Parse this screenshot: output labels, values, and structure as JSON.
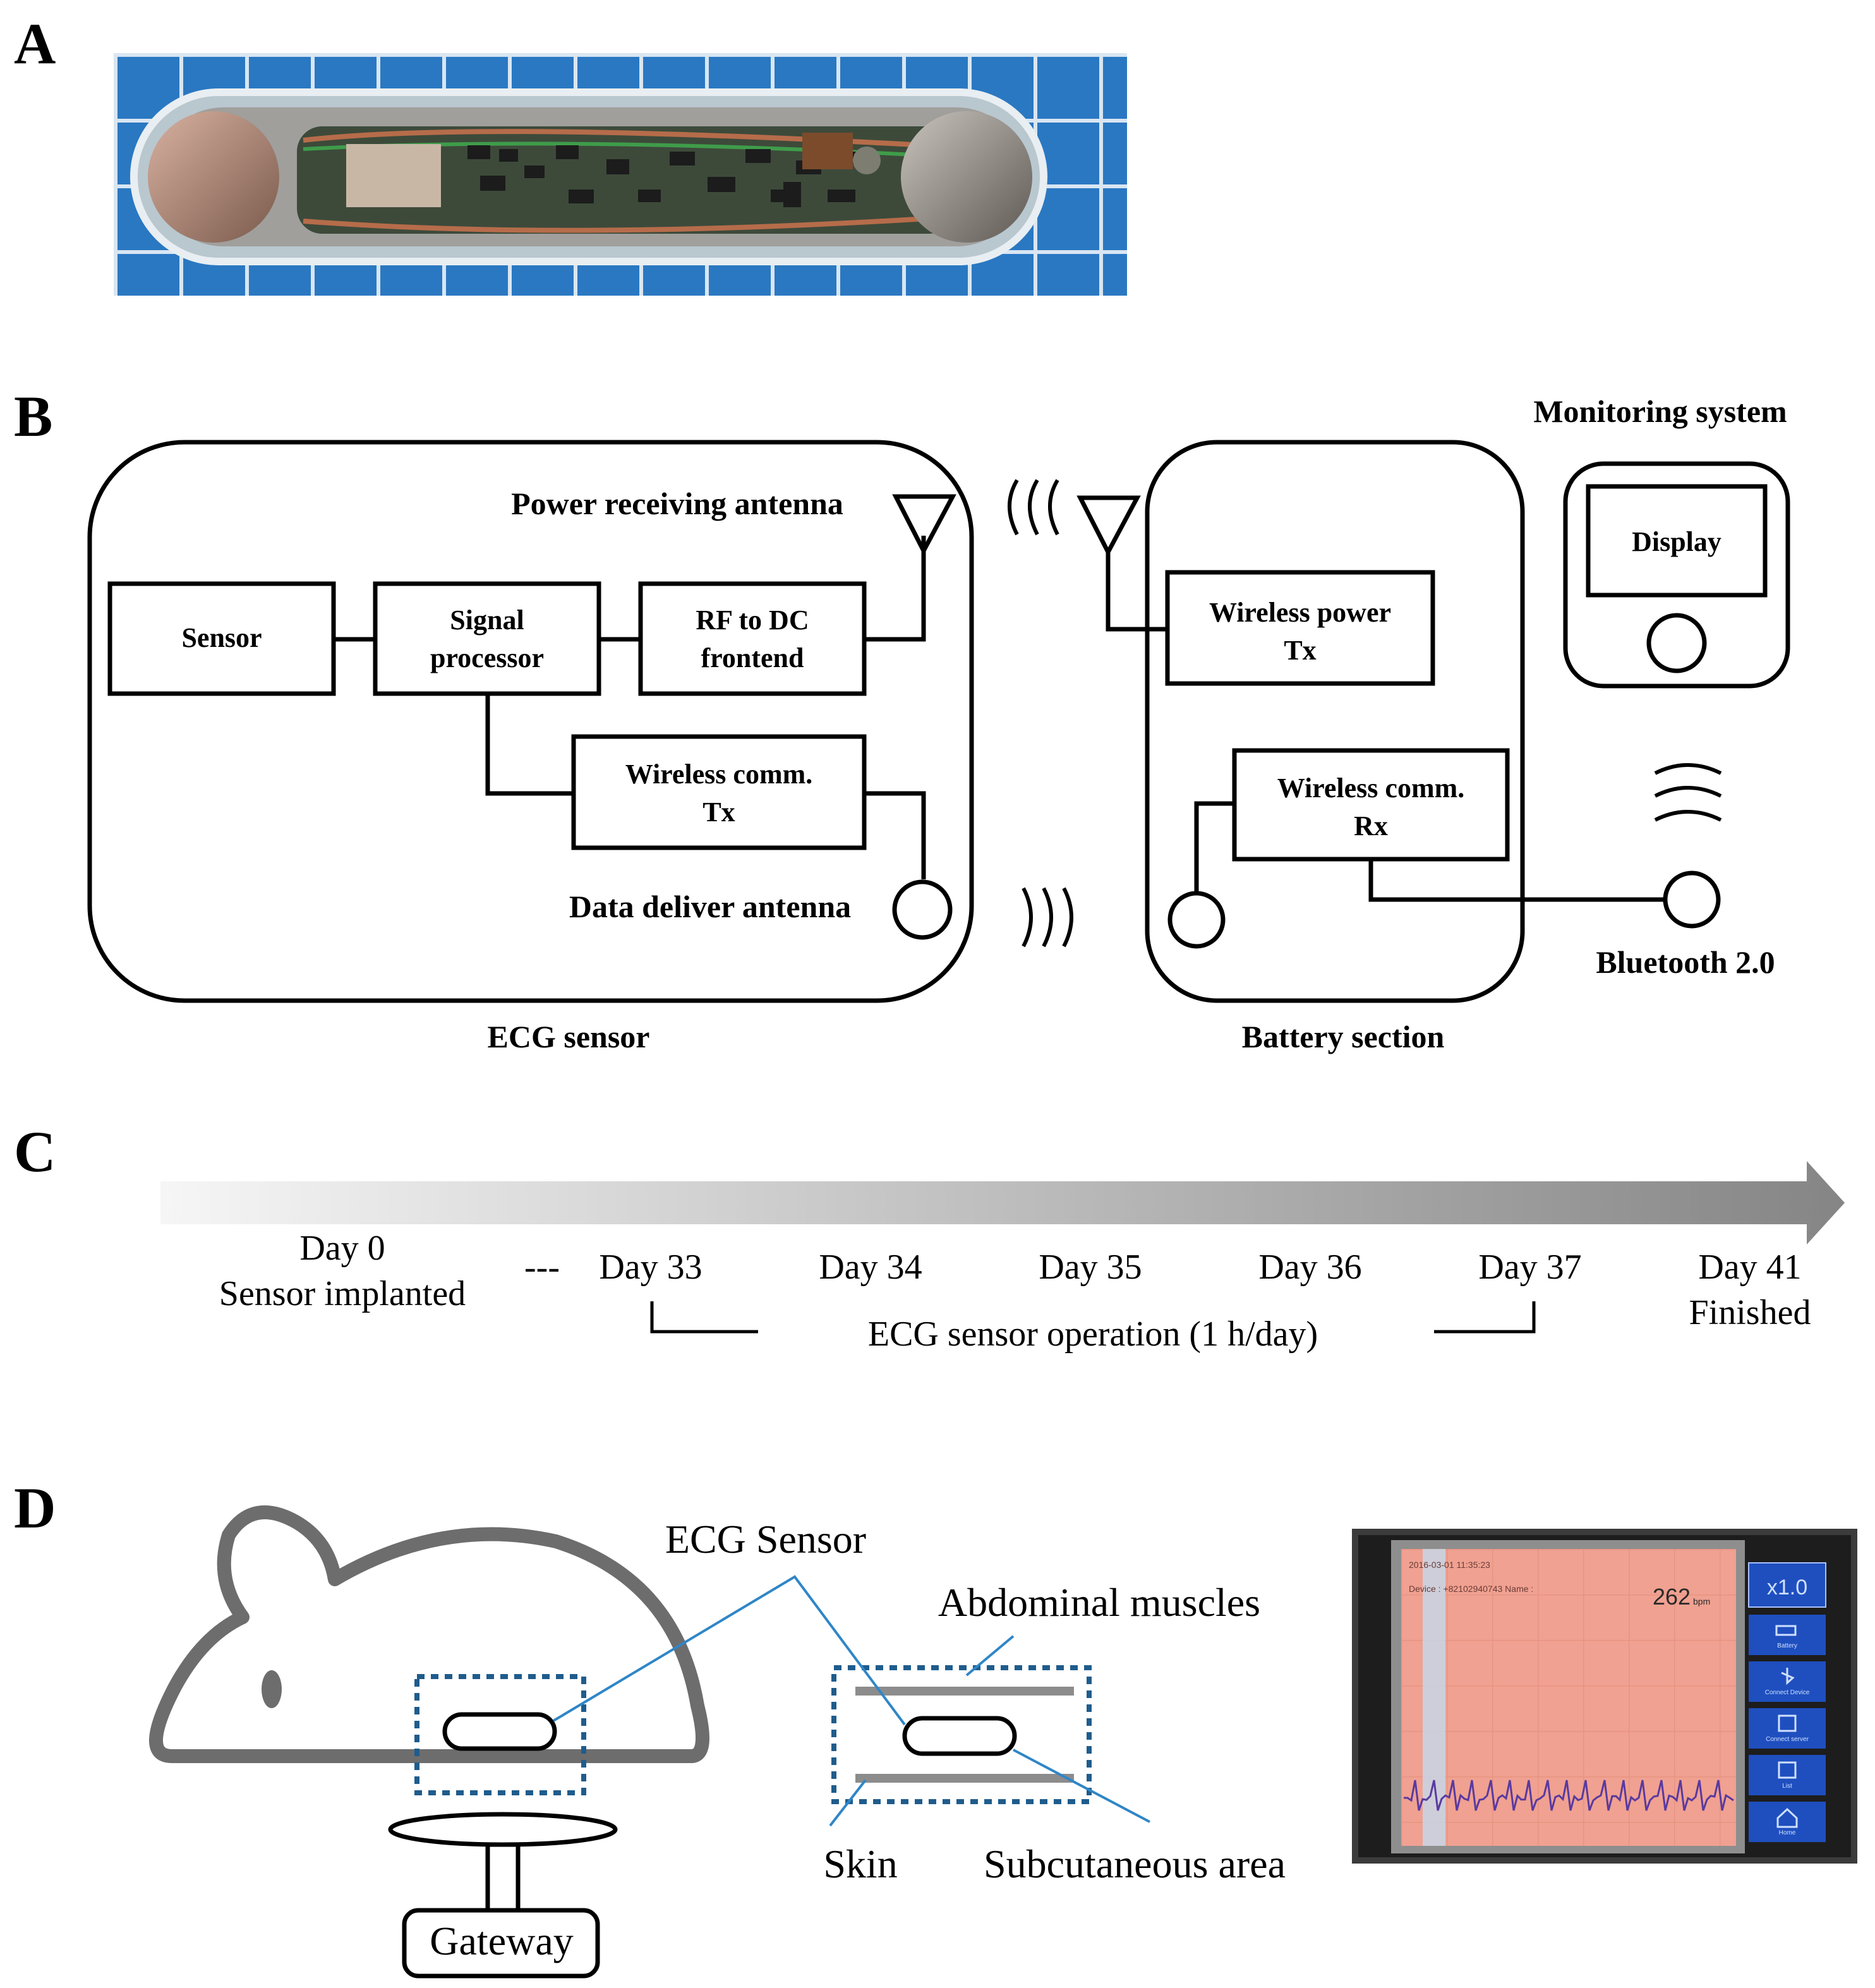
{
  "panels": {
    "a": {
      "letter": "A"
    },
    "b": {
      "letter": "B",
      "ecg_sensor": {
        "caption": "ECG sensor",
        "power_antenna_label": "Power receiving antenna",
        "data_antenna_label": "Data deliver antenna",
        "sensor_block": "Sensor",
        "signal_processor_line1": "Signal",
        "signal_processor_line2": "processor",
        "rf_dc_line1": "RF to DC",
        "rf_dc_line2": "frontend",
        "comm_tx_line1": "Wireless comm.",
        "comm_tx_line2": "Tx"
      },
      "battery_section": {
        "caption": "Battery section",
        "power_tx_line1": "Wireless power",
        "power_tx_line2": "Tx",
        "comm_rx_line1": "Wireless comm.",
        "comm_rx_line2": "Rx"
      },
      "monitoring": {
        "caption": "Monitoring  system",
        "display_label": "Display",
        "bluetooth_label": "Bluetooth 2.0"
      }
    },
    "c": {
      "letter": "C",
      "days": [
        {
          "line1": "Day 0",
          "line2": "Sensor implanted"
        },
        {
          "line1": "Day 33",
          "line2": ""
        },
        {
          "line1": "Day 34",
          "line2": ""
        },
        {
          "line1": "Day 35",
          "line2": ""
        },
        {
          "line1": "Day 36",
          "line2": ""
        },
        {
          "line1": "Day 37",
          "line2": ""
        },
        {
          "line1": "Day 41",
          "line2": "Finished"
        }
      ],
      "ellipsis": "---",
      "operation_label": "ECG  sensor operation (1  h/day)"
    },
    "d": {
      "letter": "D",
      "ecg_sensor_label": "ECG Sensor",
      "abdominal_label": "Abdominal muscles",
      "skin_label": "Skin",
      "subcutaneous_label": "Subcutaneous area",
      "gateway_label": "Gateway",
      "screen": {
        "timestamp": "2016-03-01 11:35:23",
        "device_line": "Device : +82102940743 Name :",
        "heart_rate": "262",
        "heart_rate_unit": "bpm",
        "zoom": "x1.0",
        "menu": [
          "Battery",
          "Connect Device",
          "Connect server",
          "List",
          "Home"
        ]
      }
    }
  },
  "colors": {
    "photo_blue": "#2a78c2",
    "line_blue": "#2f86c7",
    "gray_outline": "#6d6d6d",
    "screen_red": "#f0a191",
    "ecg_trace": "#5a3aa0"
  }
}
